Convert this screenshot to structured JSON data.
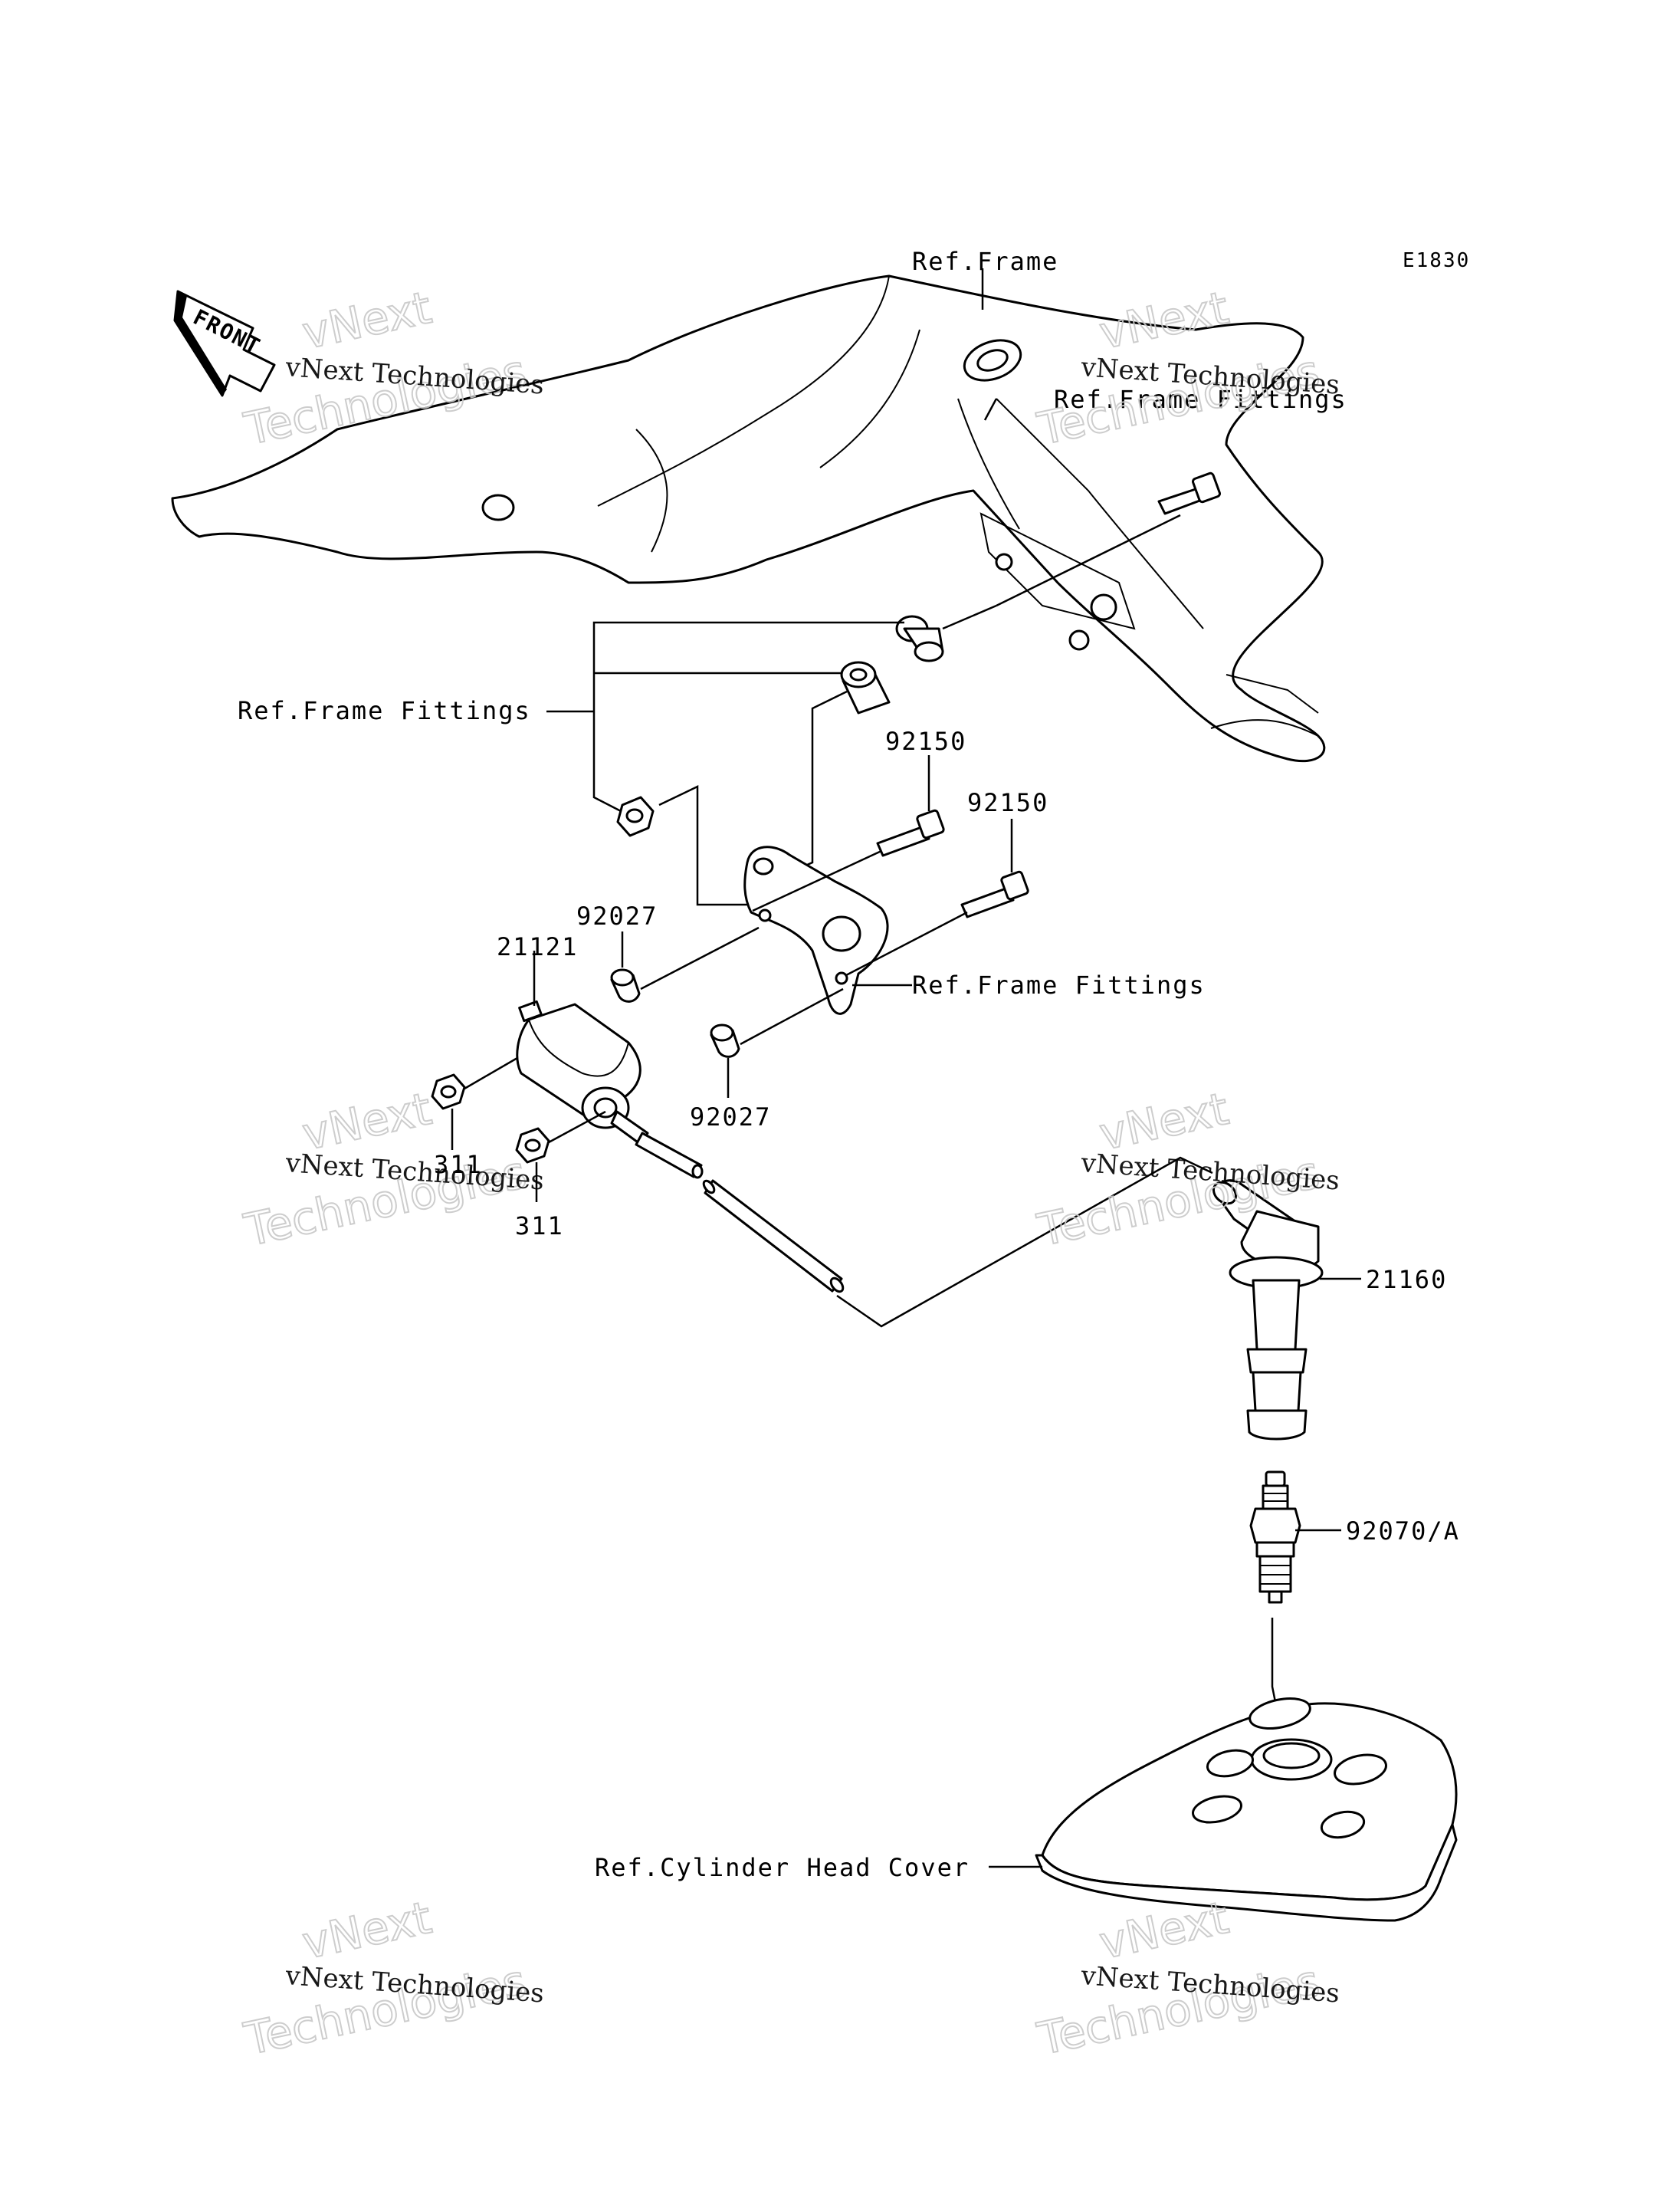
{
  "diagram_code": "E1830",
  "front_arrow": "FRONT",
  "callouts": {
    "ref_frame": "Ref.Frame",
    "ref_frame_fittings_top": "Ref.Frame Fittings",
    "ref_frame_fittings_left": "Ref.Frame Fittings",
    "ref_frame_fittings_mid": "Ref.Frame Fittings",
    "ref_cylinder_head_cover": "Ref.Cylinder Head Cover"
  },
  "parts": {
    "bolt_a": "92150",
    "bolt_b": "92150",
    "collar_a": "92027",
    "collar_b": "92027",
    "coil": "21121",
    "nut_a": "311",
    "nut_b": "311",
    "plug_cap": "21160",
    "spark_plug": "92070/A"
  },
  "watermark": {
    "line1": "vNext Technologies",
    "line2a": "vNext",
    "line2b": "Technologies"
  }
}
